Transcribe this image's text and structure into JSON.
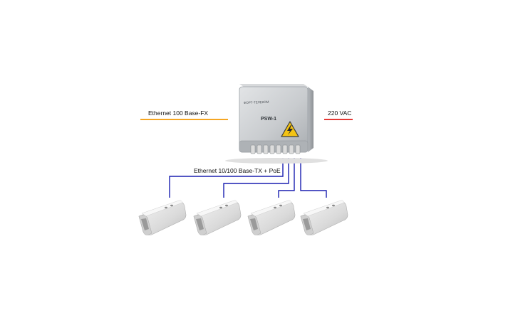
{
  "switch": {
    "brand": "ФОРТ-ТЕЛЕКОМ",
    "model": "PSW-1",
    "warning_icon": "high-voltage-warning-icon"
  },
  "links": {
    "fiber": {
      "label": "Ethernet 100 Base-FX",
      "color": "#f5a623"
    },
    "power": {
      "label": "220 VAC",
      "color": "#e53935"
    },
    "copper": {
      "label": "Ethernet 10/100 Base-TX + PoE",
      "color": "#1a1fb0"
    }
  },
  "cameras": [
    {
      "icon": "camera-housing-icon"
    },
    {
      "icon": "camera-housing-icon"
    },
    {
      "icon": "camera-housing-icon"
    },
    {
      "icon": "camera-housing-icon"
    }
  ]
}
